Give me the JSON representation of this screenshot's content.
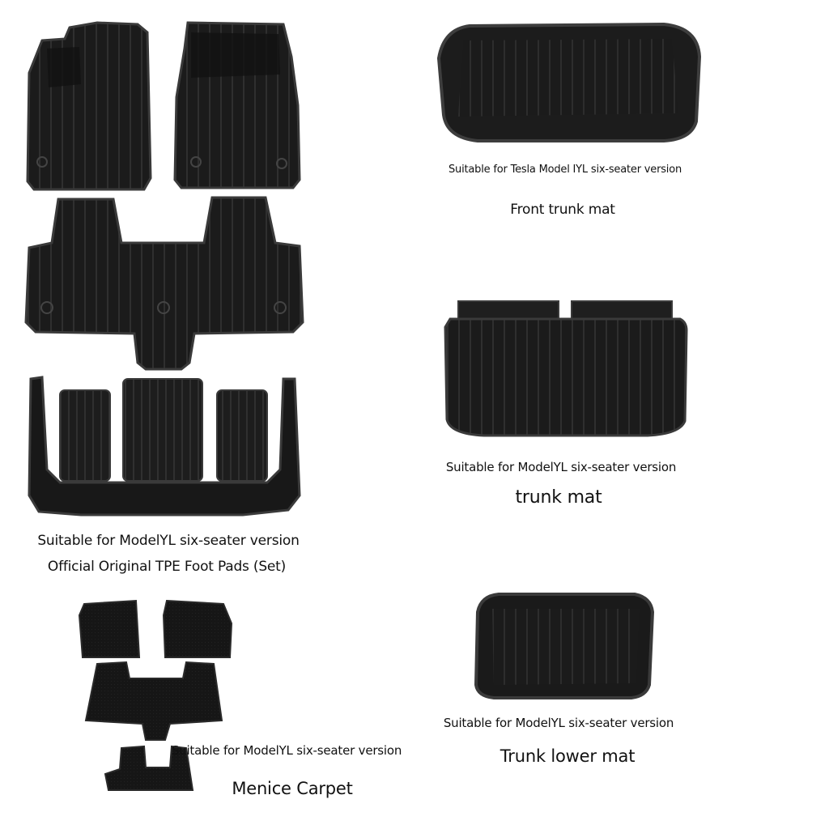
{
  "products": {
    "tpe_set": {
      "subtitle": "Suitable for ModelYL six-seater version",
      "title": "Official Original TPE Foot Pads (Set)"
    },
    "carpet": {
      "subtitle": "Suitable for ModelYL six-seater version",
      "title": "Menice Carpet"
    },
    "front_trunk": {
      "subtitle": "Suitable for Tesla Model IYL six-seater version",
      "title": "Front trunk mat"
    },
    "trunk": {
      "subtitle": "Suitable for ModelYL six-seater version",
      "title": "trunk mat"
    },
    "trunk_lower": {
      "subtitle": "Suitable for ModelYL six-seater version",
      "title": "Trunk lower mat"
    }
  },
  "colors": {
    "mat_fill": "#1b1b1b",
    "mat_edge": "#3a3a3a",
    "rib": "#2d2d2d",
    "background": "#ffffff"
  }
}
